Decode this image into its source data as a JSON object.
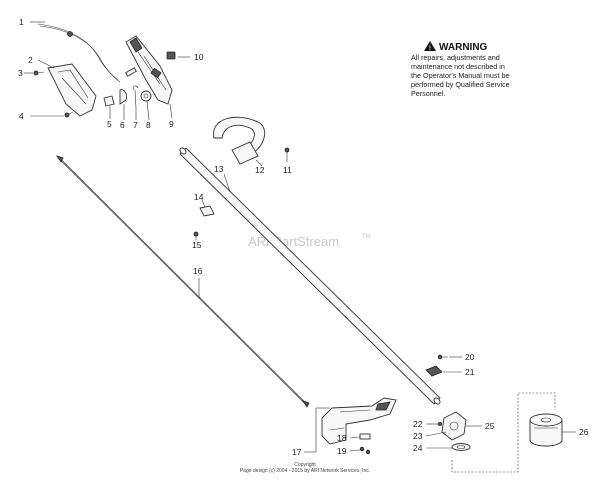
{
  "warning": {
    "title": "WARNING",
    "lines": [
      "All repairs, adjustments and",
      "maintenance not described in",
      "the Operator's Manual must be",
      "performed by Qualified Service",
      "Personnel."
    ]
  },
  "watermark": {
    "text": "ARI PartStream",
    "tm": "TM"
  },
  "footer": {
    "line1": "Copyright",
    "line2": "Page design (c) 2004 - 2015 by ARI Network Services, Inc."
  },
  "labels": {
    "p1": "1",
    "p2": "2",
    "p3": "3",
    "p4": "4",
    "p5": "5",
    "p6": "6",
    "p7": "7",
    "p8": "8",
    "p9": "9",
    "p10": "10",
    "p11": "11",
    "p12": "12",
    "p13": "13",
    "p14": "14",
    "p15": "15",
    "p16": "16",
    "p17": "17",
    "p18": "18",
    "p19": "19",
    "p20": "20",
    "p21": "21",
    "p22": "22",
    "p23": "23",
    "p24": "24",
    "p25": "25",
    "p26": "26"
  }
}
